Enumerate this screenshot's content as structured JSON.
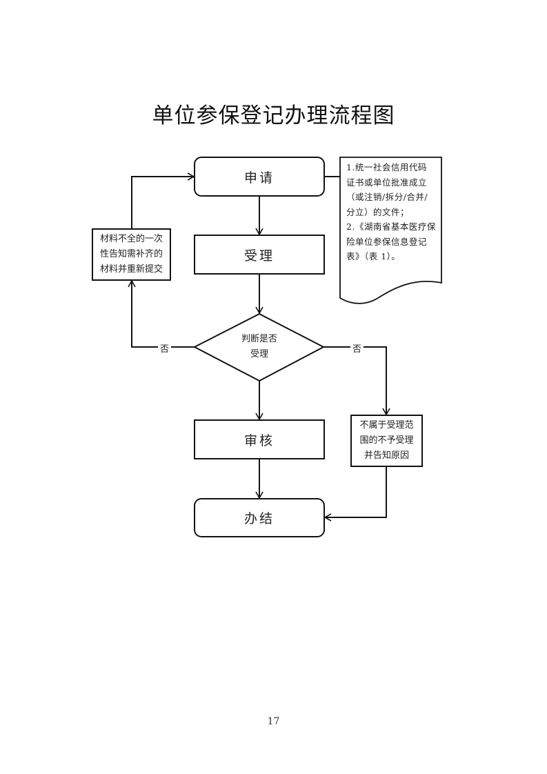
{
  "title": "单位参保登记办理流程图",
  "nodes": {
    "apply": "申请",
    "accept": "受理",
    "decision": [
      "判断是否",
      "受理"
    ],
    "review": "审核",
    "complete": "办结",
    "incomplete": [
      "材料不全的一次",
      "性告知需补齐的",
      "材料并重新提交"
    ],
    "rejected": [
      "不属于受理范",
      "围的不予受理",
      "并告知原因"
    ]
  },
  "document": {
    "lines": [
      "1.统一社会信用代码",
      "证书或单位批准成立",
      "（或注销/拆分/合并/",
      "分立）的文件；",
      "2.《湖南省基本医疗保",
      "险单位参保信息登记",
      "表》（表 1）。"
    ]
  },
  "edge_labels": {
    "left_no": "否",
    "right_no": "否"
  },
  "page_number": "17"
}
